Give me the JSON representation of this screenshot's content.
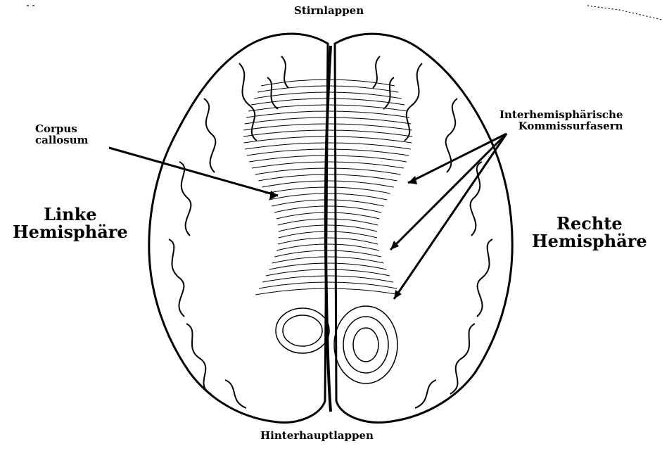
{
  "labels": {
    "frontal_lobe": "Stirnlappen",
    "occipital_lobe": "Hinterhauptlappen",
    "corpus_callosum_line1": "Corpus",
    "corpus_callosum_line2": "callosum",
    "commissural_fibers_line1": "Interhemisphärische",
    "commissural_fibers_line2": "Kommissurfasern",
    "left_hemisphere_line1": "Linke",
    "left_hemisphere_line2": "Hemisphäre",
    "right_hemisphere_line1": "Rechte",
    "right_hemisphere_line2": "Hemisphäre"
  },
  "colors": {
    "ink": "#000000",
    "paper": "#ffffff"
  }
}
